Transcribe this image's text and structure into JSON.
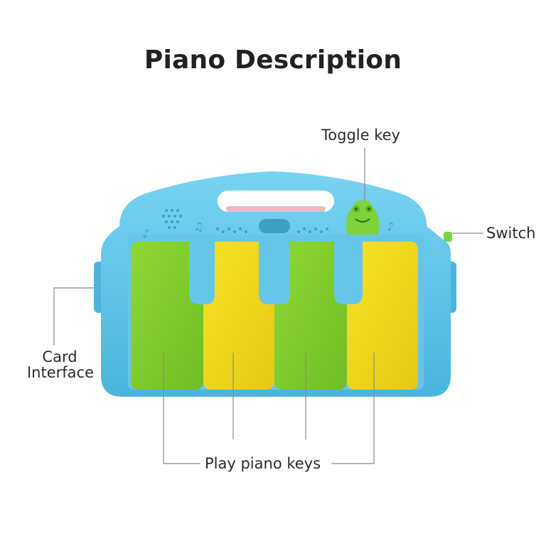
{
  "title": "Piano Description",
  "labels": {
    "toggle_key": "Toggle key",
    "switch": "Switch",
    "card_interface_line1": "Card",
    "card_interface_line2": "Interface",
    "play_piano_keys": "Play piano keys"
  },
  "colors": {
    "body_blue": "#5cc3e6",
    "key_green": "#86cf2e",
    "key_yellow": "#f2dc1a",
    "toggle_green": "#7ed23a",
    "leader_line": "#8a8a8a"
  },
  "icons": {
    "speaker": "speaker-grille-icon",
    "toggle": "frog-toggle-icon",
    "music_notes": "music-note-icon"
  }
}
